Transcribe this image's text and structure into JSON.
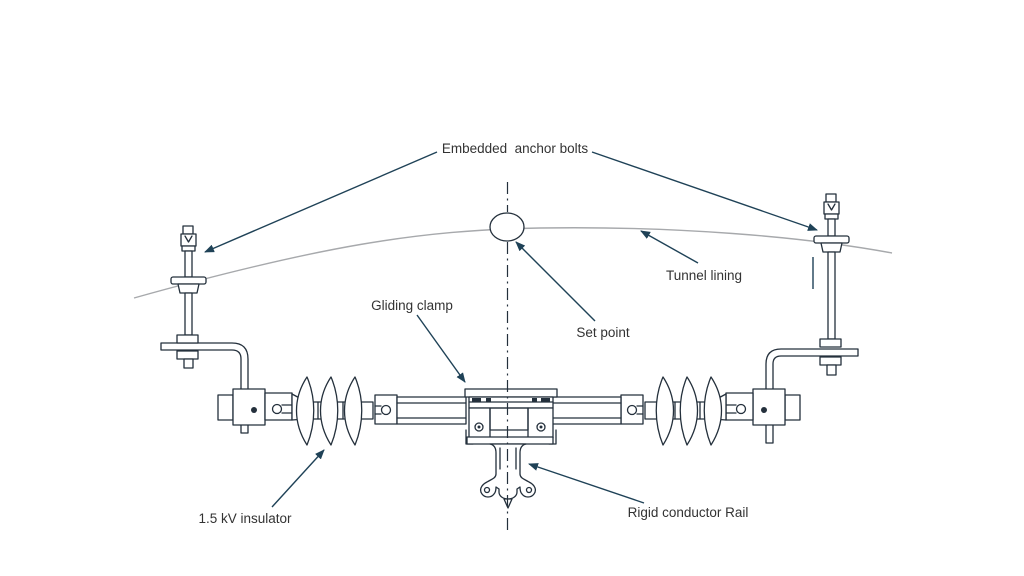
{
  "labels": {
    "embedded_anchor_bolts": "Embedded  anchor bolts",
    "tunnel_lining": "Tunnel lining",
    "gliding_clamp": "Gliding clamp",
    "set_point": "Set point",
    "insulator": "1.5 kV insulator",
    "rigid_conductor_rail": "Rigid conductor Rail"
  },
  "colors": {
    "bg": "#ffffff",
    "line": "#24303c",
    "arrow": "#1f4257",
    "lining": "#a7a9ac",
    "text": "#333333"
  }
}
